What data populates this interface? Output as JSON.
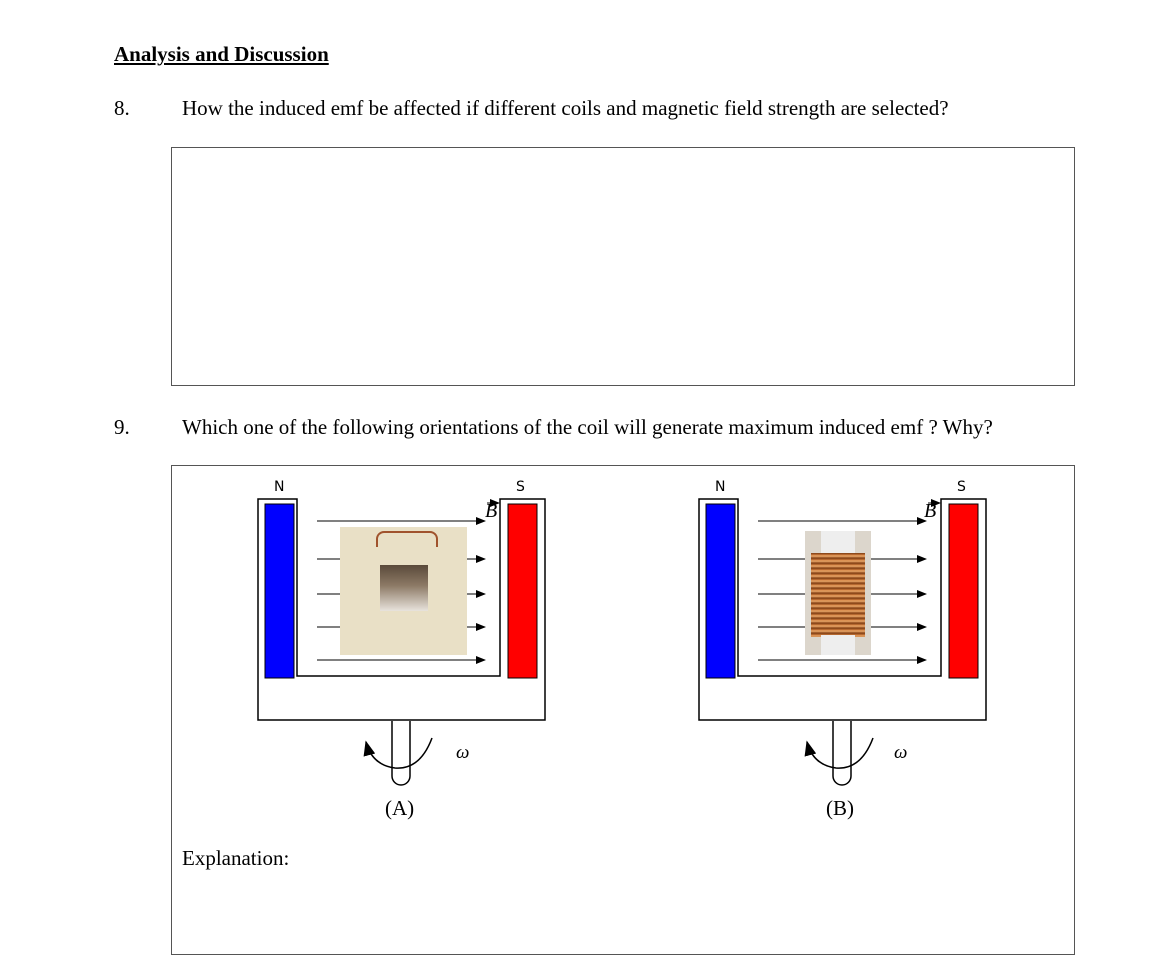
{
  "heading": "Analysis and Discussion",
  "questions": [
    {
      "number": "8.",
      "text": "How the induced emf be affected if different coils and magnetic field strength are selected?"
    },
    {
      "number": "9.",
      "text": "Which one of the following orientations of the coil will generate maximum induced emf ? Why?"
    }
  ],
  "figures": [
    {
      "label": "(A)",
      "north": "N",
      "south": "S",
      "field": "B",
      "omega": "ω"
    },
    {
      "label": "(B)",
      "north": "N",
      "south": "S",
      "field": "B",
      "omega": "ω"
    }
  ],
  "explanation_label": "Explanation:",
  "colors": {
    "north_pole": "#0000ff",
    "south_pole": "#ff0000",
    "box_border": "#555555"
  }
}
